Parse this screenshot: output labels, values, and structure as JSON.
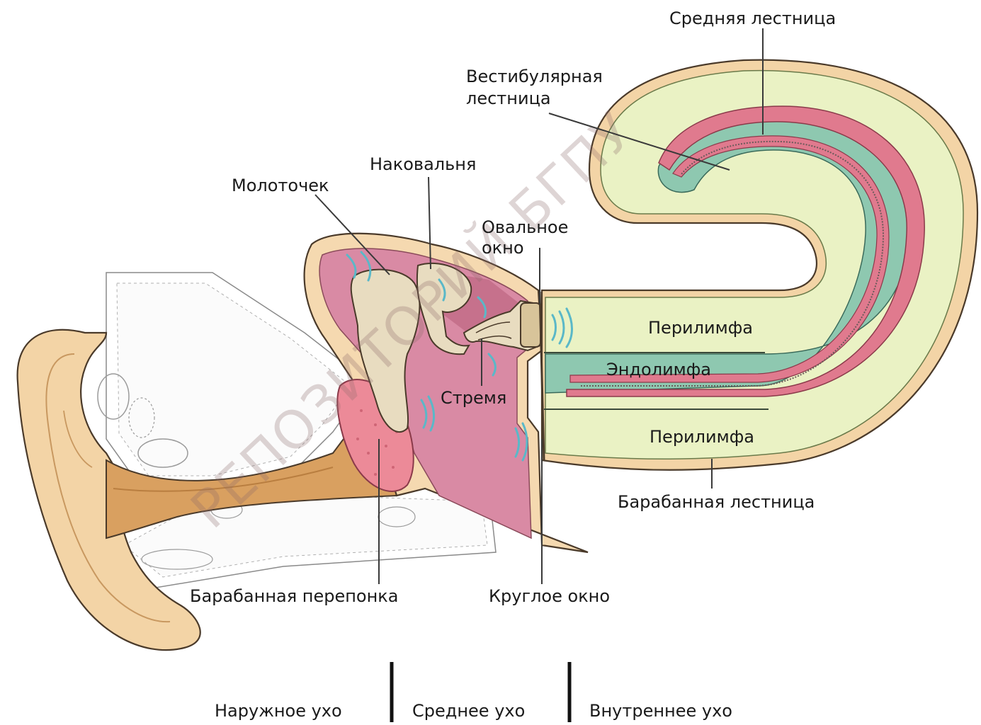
{
  "labels": {
    "middle_scala": "Средняя лестница",
    "vestibular_1": "Вестибулярная",
    "vestibular_2": "лестница",
    "incus": "Наковальня",
    "malleus": "Молоточек",
    "oval_window_1": "Овальное",
    "oval_window_2": "окно",
    "perilymph_top": "Перилимфа",
    "endolymph": "Эндолимфа",
    "stapes": "Стремя",
    "perilymph_bottom": "Перилимфа",
    "tympanic_scala": "Барабанная лестница",
    "eardrum": "Барабанная перепонка",
    "round_window": "Круглое окно"
  },
  "sections": {
    "outer_ear": "Наружное ухо",
    "middle_ear": "Среднее ухо",
    "inner_ear": "Внутреннее ухо"
  },
  "watermark": "РЕПОЗИТОРИЙ БГПУ",
  "colors": {
    "skin": "#f3d4a6",
    "canal": "#d9a060",
    "perilymph": "#eaf2c4",
    "endolymph": "#8ec8b0",
    "membrane": "#e07a8e",
    "middle_ear": "#d98aa4",
    "ossicles": "#e8dcc0",
    "eardrum": "#ec8a98",
    "waves": "#5ab8c8"
  }
}
